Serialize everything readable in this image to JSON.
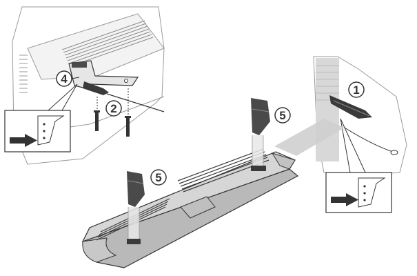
{
  "diagram": {
    "steps": [
      {
        "number": "1"
      },
      {
        "number": "2"
      },
      {
        "number": "4"
      },
      {
        "number": "5"
      },
      {
        "number": "5"
      }
    ],
    "colors": {
      "line": "#333333",
      "light_line": "#9a9a9a",
      "bar_top": "#d6d6d6",
      "bar_side": "#b9b9b9",
      "vent": "#3a3a3a",
      "bracket": "#4a4a4a",
      "arrow": "#333333",
      "beam": "#cfcfcf"
    },
    "icons": [
      "callout-arrow-icon",
      "wall-bracket-icon",
      "screw-icon",
      "mounting-clip-icon"
    ]
  }
}
